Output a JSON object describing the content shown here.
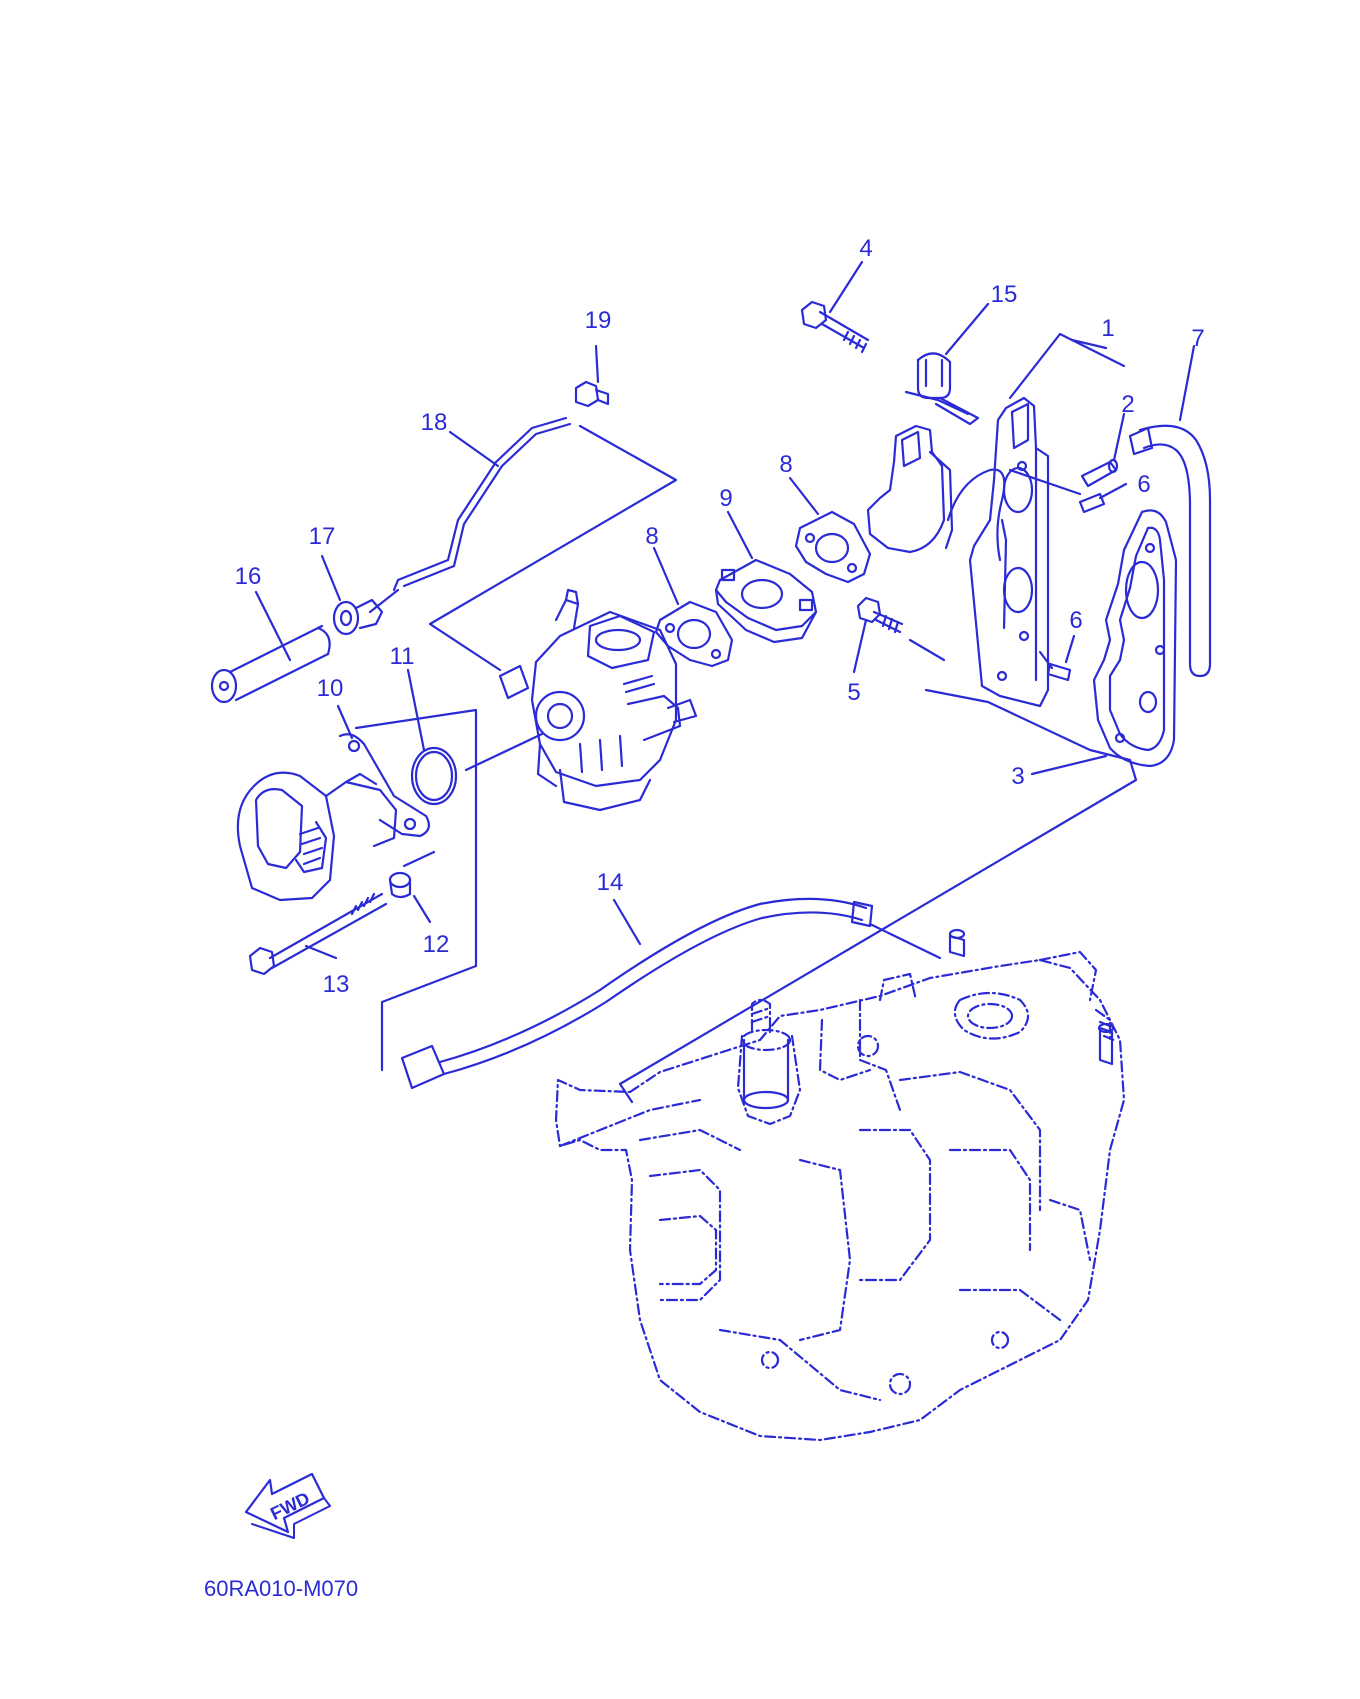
{
  "diagram_code": "60RA010-M070",
  "fwd_label": "FWD",
  "colors": {
    "ink": "#2b2bd6",
    "background": "#ffffff"
  },
  "callouts": {
    "c1": "1",
    "c2": "2",
    "c3": "3",
    "c4": "4",
    "c5": "5",
    "c6a": "6",
    "c6b": "6",
    "c7": "7",
    "c8a": "8",
    "c8b": "8",
    "c9": "9",
    "c10": "10",
    "c11": "11",
    "c12": "12",
    "c13": "13",
    "c14": "14",
    "c15": "15",
    "c16": "16",
    "c17": "17",
    "c18": "18",
    "c19": "19"
  }
}
